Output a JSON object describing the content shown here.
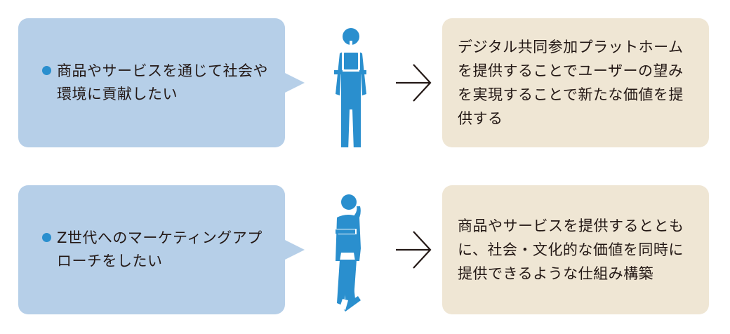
{
  "colors": {
    "need_box": "#b6cfe8",
    "result_box": "#efe6d4",
    "figure": "#2a8fce",
    "arrow": "#231815",
    "text": "#231815"
  },
  "rows": [
    {
      "need_text": "商品やサービスを通じて社会や環境に貢献したい",
      "figure_icon": "person-standing-holding-tablet-icon",
      "result_text": "デジタル共同参加プラットホームを提供することでユーザーの望みを実現することで新たな価値を提供する"
    },
    {
      "need_text": "Z世代へのマーケティングアプローチをしたい",
      "figure_icon": "person-thinking-leaning-icon",
      "result_text": "商品やサービスを提供するとともに、社会・文化的な価値を同時に提供できるような仕組み構築"
    }
  ]
}
